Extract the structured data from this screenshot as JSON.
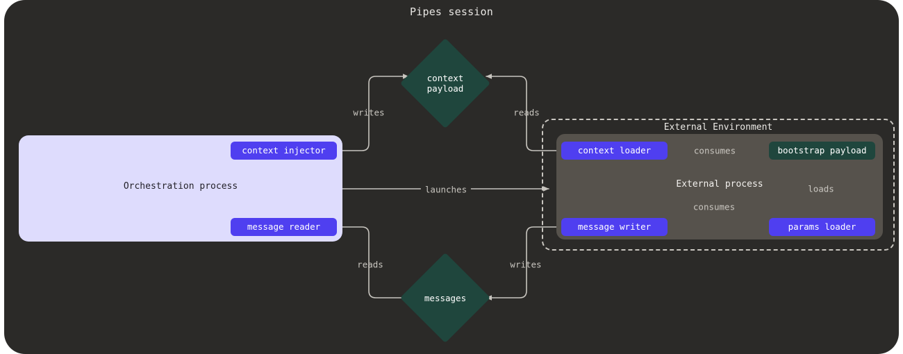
{
  "title": "Pipes session",
  "colors": {
    "frame_bg": "#2b2a28",
    "orchestration_bg": "#dedcfd",
    "node_purple": "#4f3ff0",
    "node_teal": "#1f463d",
    "external_process_bg": "#56524c",
    "edge_stroke": "#c8c5bf"
  },
  "orchestration": {
    "label": "Orchestration process",
    "nodes": [
      {
        "id": "context-injector",
        "label": "context injector",
        "style": "purple"
      },
      {
        "id": "message-reader",
        "label": "message reader",
        "style": "purple"
      }
    ]
  },
  "external_environment": {
    "label": "External Environment",
    "process": {
      "label": "External process",
      "nodes": [
        {
          "id": "context-loader",
          "label": "context loader",
          "style": "purple"
        },
        {
          "id": "message-writer",
          "label": "message writer",
          "style": "purple"
        },
        {
          "id": "params-loader",
          "label": "params loader",
          "style": "purple"
        },
        {
          "id": "bootstrap-payload",
          "label": "bootstrap payload",
          "style": "teal"
        }
      ]
    }
  },
  "stores": [
    {
      "id": "context-payload",
      "line1": "context",
      "line2": "payload",
      "style": "teal"
    },
    {
      "id": "messages",
      "line1": "messages",
      "line2": "",
      "style": "teal"
    }
  ],
  "edges": [
    {
      "id": "writes-context",
      "label": "writes",
      "from": "context-injector",
      "to": "context-payload"
    },
    {
      "id": "reads-context",
      "label": "reads",
      "from": "context-loader",
      "to": "context-payload"
    },
    {
      "id": "launches",
      "label": "launches",
      "from": "orchestration-process",
      "to": "external-environment"
    },
    {
      "id": "reads-messages",
      "label": "reads",
      "from": "message-reader",
      "to": "messages"
    },
    {
      "id": "writes-messages",
      "label": "writes",
      "from": "message-writer",
      "to": "messages"
    },
    {
      "id": "consumes-context",
      "label": "consumes",
      "from": "context-loader",
      "to": "bootstrap-payload"
    },
    {
      "id": "consumes-writer",
      "label": "consumes",
      "from": "message-writer",
      "to": "bootstrap-payload"
    },
    {
      "id": "loads-params",
      "label": "loads",
      "from": "params-loader",
      "to": "bootstrap-payload"
    }
  ]
}
